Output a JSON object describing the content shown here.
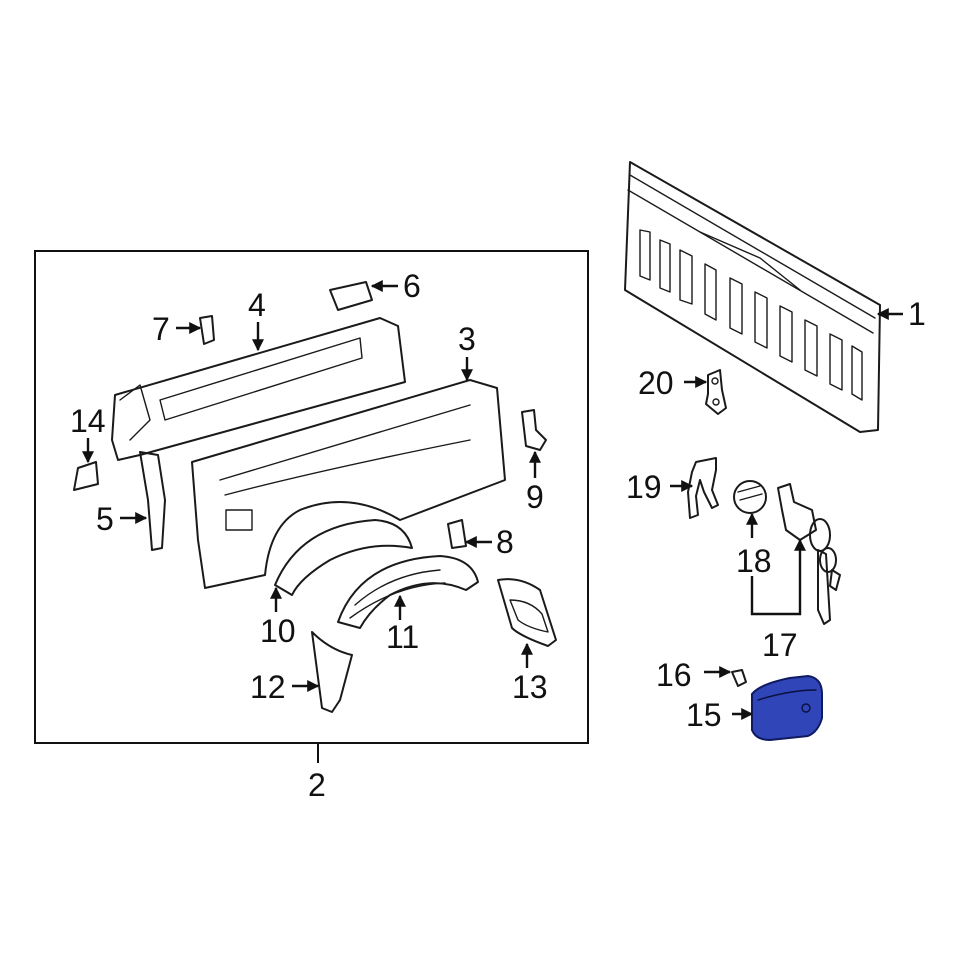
{
  "colors": {
    "highlight_fill": "#2f45b8",
    "highlight_stroke": "#101a60",
    "line": "#1a1a1a",
    "background": "#ffffff"
  },
  "callouts": {
    "c1": "1",
    "c2": "2",
    "c3": "3",
    "c4": "4",
    "c5": "5",
    "c6": "6",
    "c7": "7",
    "c8": "8",
    "c9": "9",
    "c10": "10",
    "c11": "11",
    "c12": "12",
    "c13": "13",
    "c14": "14",
    "c15": "15",
    "c16": "16",
    "c17": "17",
    "c18": "18",
    "c19": "19",
    "c20": "20"
  },
  "highlighted_part": "15"
}
